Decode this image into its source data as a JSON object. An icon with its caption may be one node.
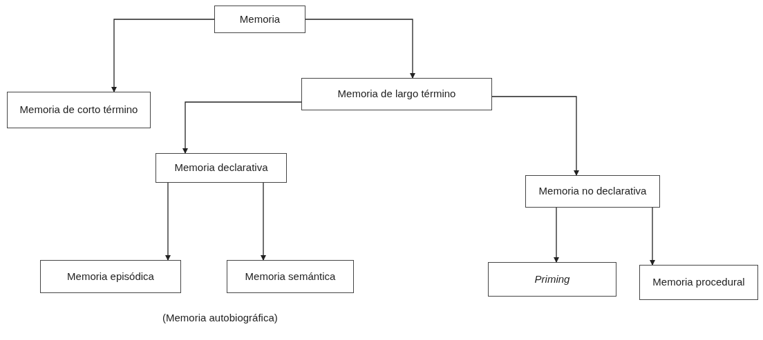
{
  "diagram": {
    "nodes": [
      {
        "text": [
          "Memoria"
        ]
      },
      {
        "text": [
          "Memoria de corto término"
        ]
      },
      {
        "text": [
          "Memoria de largo término"
        ]
      },
      {
        "text": [
          "Memoria declarativa"
        ]
      },
      {
        "text": [
          "Memoria no declarativa"
        ]
      },
      {
        "text": [
          "Memoria episódica"
        ]
      },
      {
        "text": [
          "Memoria semántica"
        ]
      },
      {
        "text": [
          "Priming"
        ]
      },
      {
        "text": [
          "Memoria procedural"
        ]
      }
    ],
    "edges": [
      {
        "from": 0,
        "to": 1,
        "arrow": "to"
      },
      {
        "from": 0,
        "to": 2,
        "arrow": "to"
      },
      {
        "from": 2,
        "to": 3,
        "arrow": "to"
      },
      {
        "from": 2,
        "to": 4,
        "arrow": "to"
      },
      {
        "from": 3,
        "to": 5,
        "arrow": "to"
      },
      {
        "from": 3,
        "to": 6,
        "arrow": "to"
      },
      {
        "from": 4,
        "to": 7,
        "arrow": "to"
      },
      {
        "from": 4,
        "to": 8,
        "arrow": "to"
      }
    ],
    "labels": [
      "(Memoria autobiográfica)"
    ]
  }
}
